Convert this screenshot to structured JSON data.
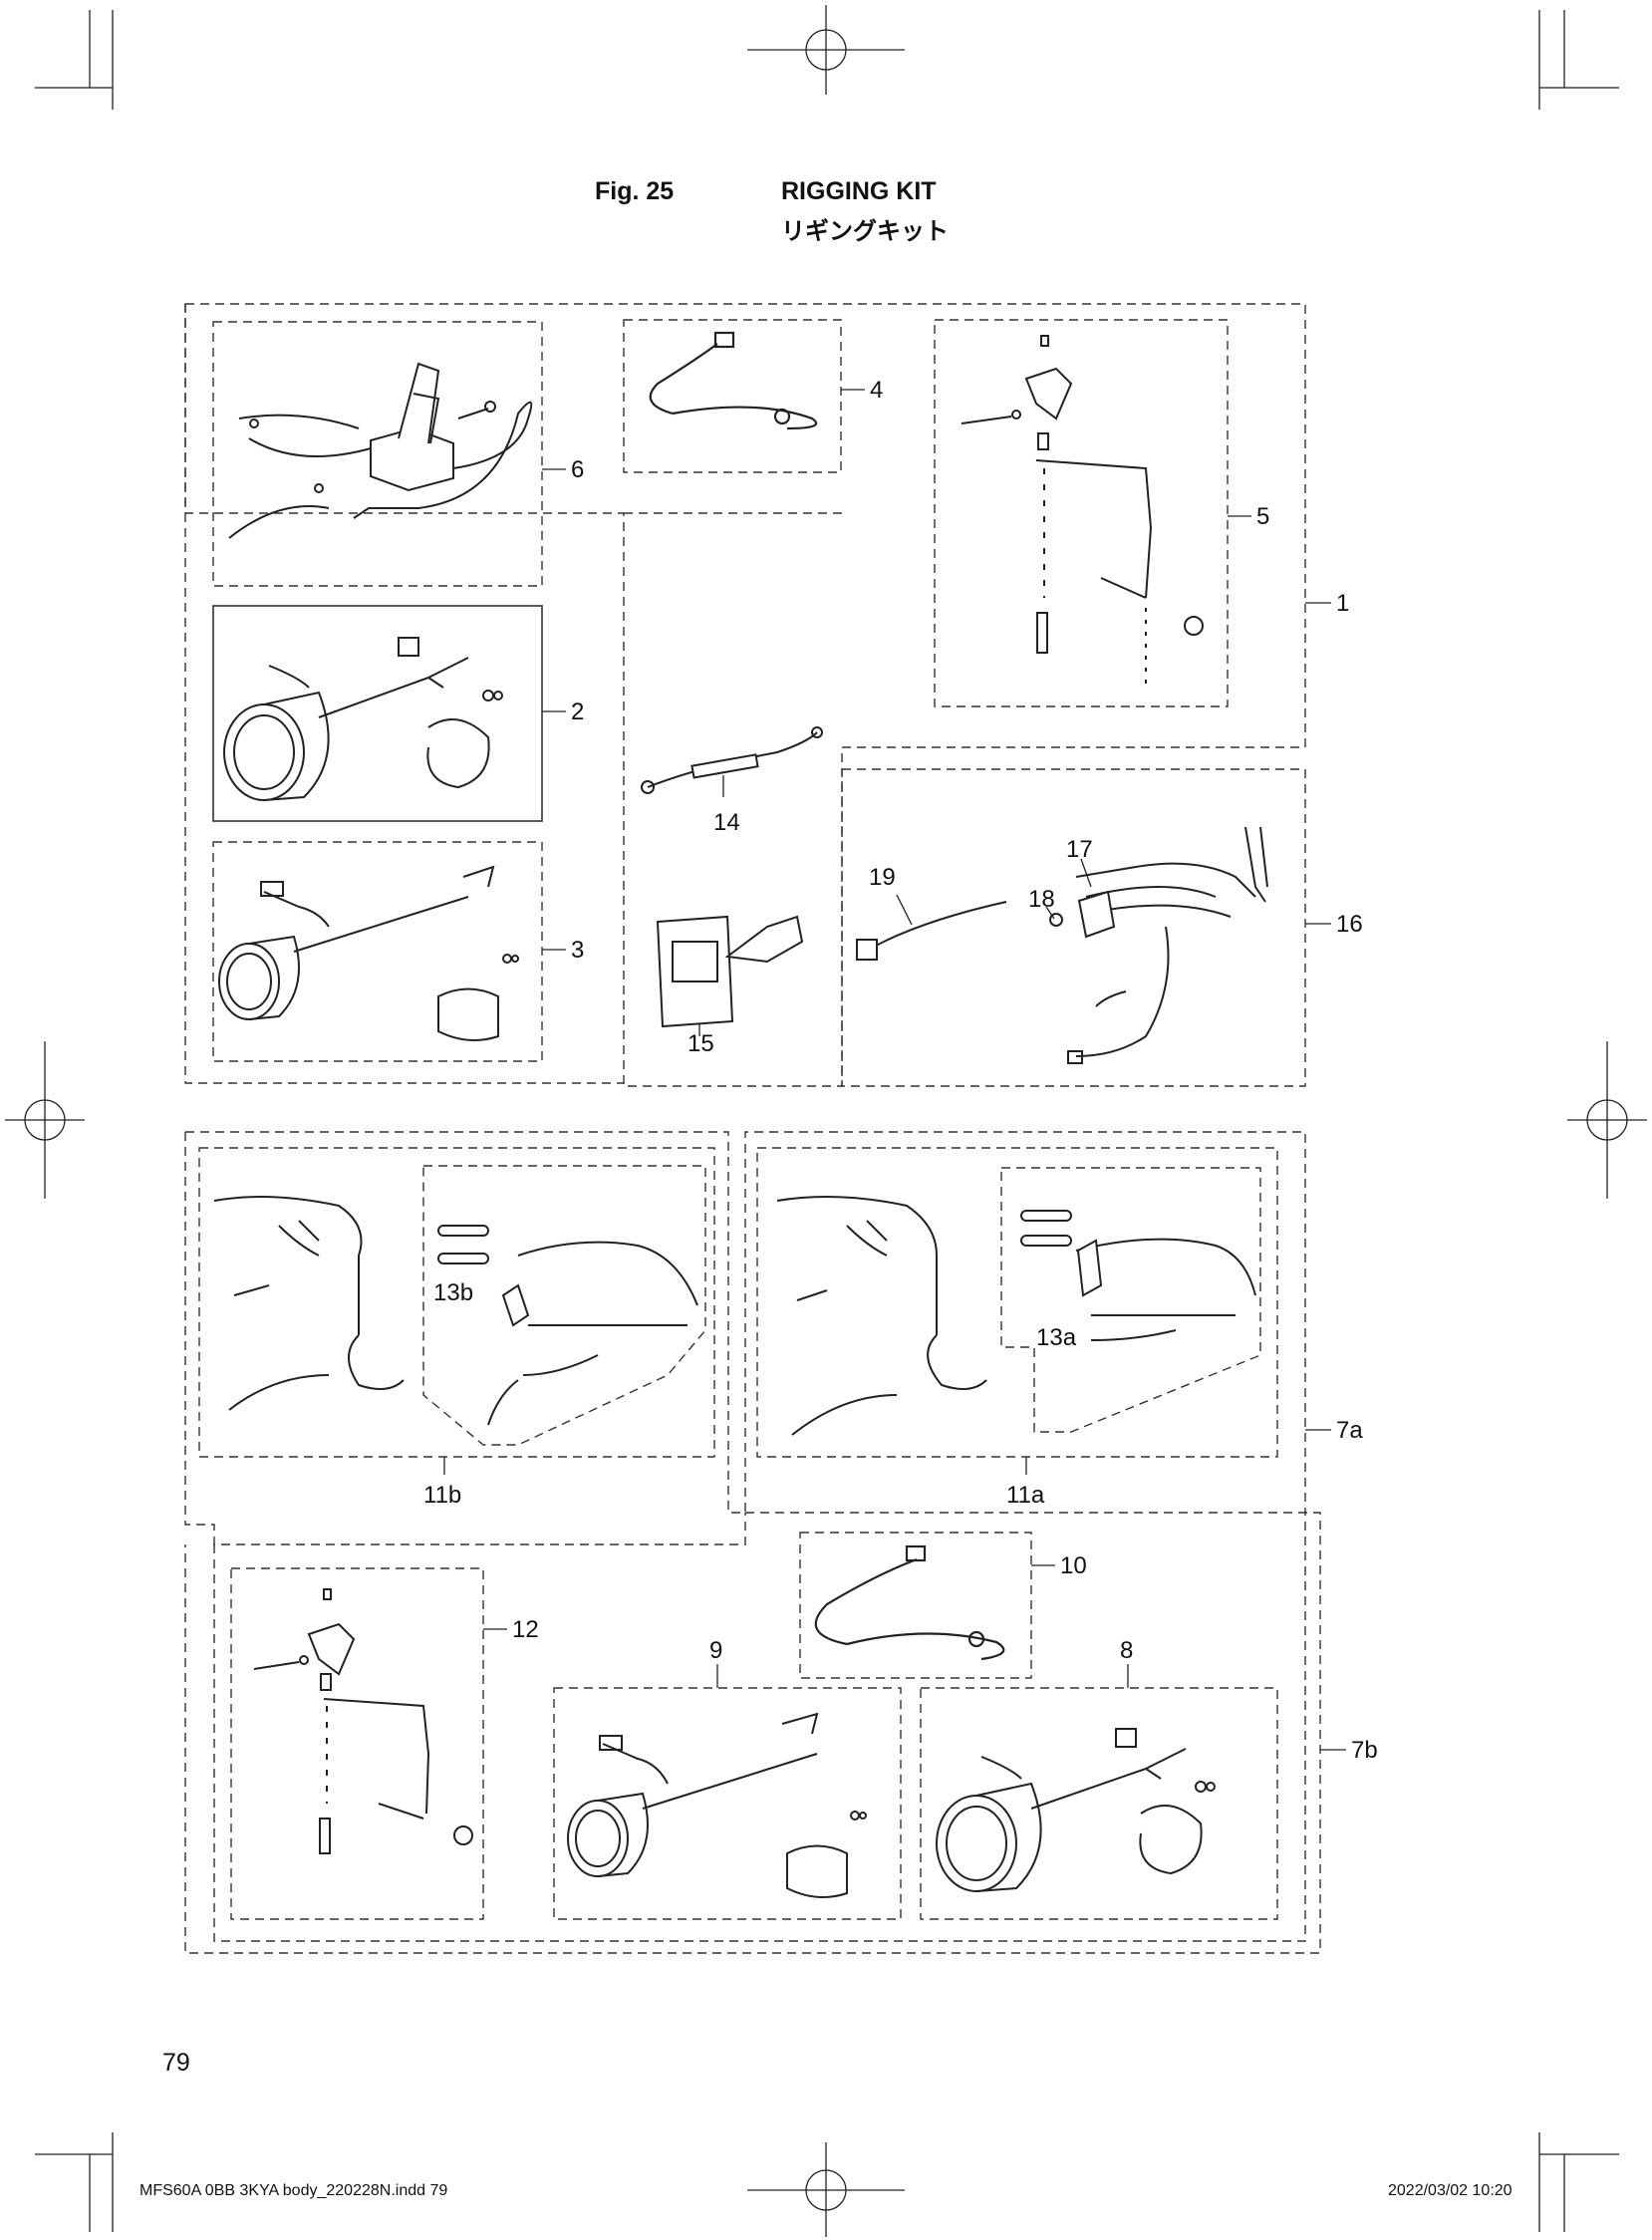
{
  "header": {
    "fig_label": "Fig. 25",
    "title": "RIGGING KIT",
    "subtitle": "リギングキット"
  },
  "callouts": {
    "c1": "1",
    "c2": "2",
    "c3": "3",
    "c4": "4",
    "c5": "5",
    "c6": "6",
    "c7a": "7a",
    "c7b": "7b",
    "c8": "8",
    "c9": "9",
    "c10": "10",
    "c11a": "11a",
    "c11b": "11b",
    "c12": "12",
    "c13a": "13a",
    "c13b": "13b",
    "c14": "14",
    "c15": "15",
    "c16": "16",
    "c17": "17",
    "c18": "18",
    "c19": "19"
  },
  "page_number": "79",
  "footer": {
    "file": "MFS60A 0BB 3KYA body_220228N.indd   79",
    "datetime": "2022/03/02   10:20"
  }
}
